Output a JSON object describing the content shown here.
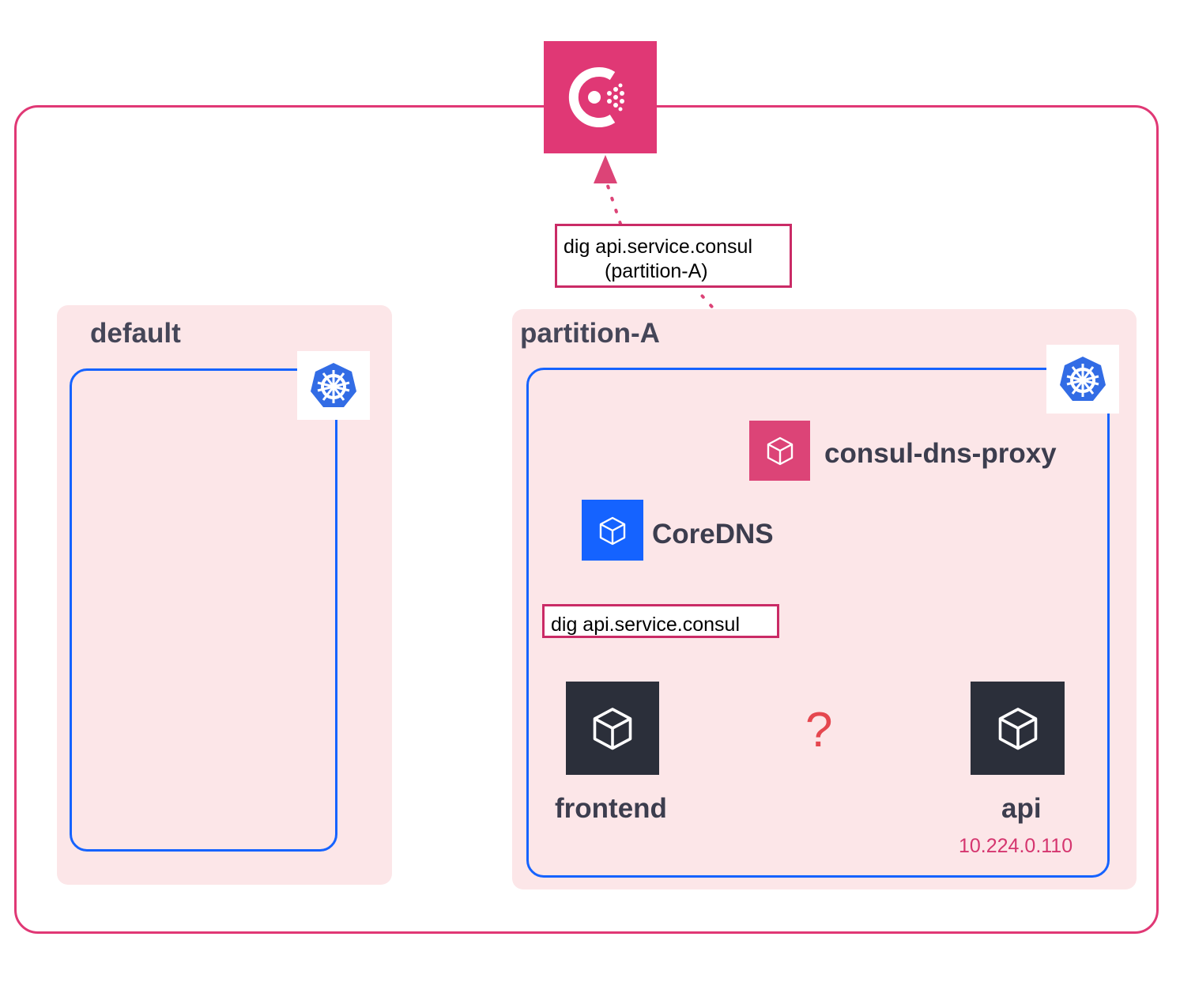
{
  "colors": {
    "consul_pink": "#e03875",
    "partition_bg": "#fce6e8",
    "cluster_blue": "#1563ff",
    "coredns_blue": "#1563ff",
    "proxy_pink": "#dc4477",
    "service_dark": "#2b2f3a",
    "dotted_pink": "#dc4477",
    "ip_text": "#d5366f"
  },
  "icons": {
    "consul": "consul-logo-icon",
    "kubernetes": "kubernetes-helm-icon",
    "service": "cube-icon",
    "unknown": "question-mark-icon"
  },
  "partitions": {
    "default": {
      "label": "default"
    },
    "partition_a": {
      "label": "partition-A"
    }
  },
  "services": {
    "consul_dns_proxy": {
      "label": "consul-dns-proxy"
    },
    "coredns": {
      "label": "CoreDNS"
    },
    "frontend": {
      "label": "frontend"
    },
    "api": {
      "label": "api",
      "ip": "10.224.0.110"
    }
  },
  "queries": {
    "to_consul": {
      "line1": "dig api.service.consul",
      "line2": "(partition-A)"
    },
    "to_coredns": {
      "line1": "dig api.service.consul"
    }
  },
  "unknown_target": {
    "symbol": "?"
  }
}
